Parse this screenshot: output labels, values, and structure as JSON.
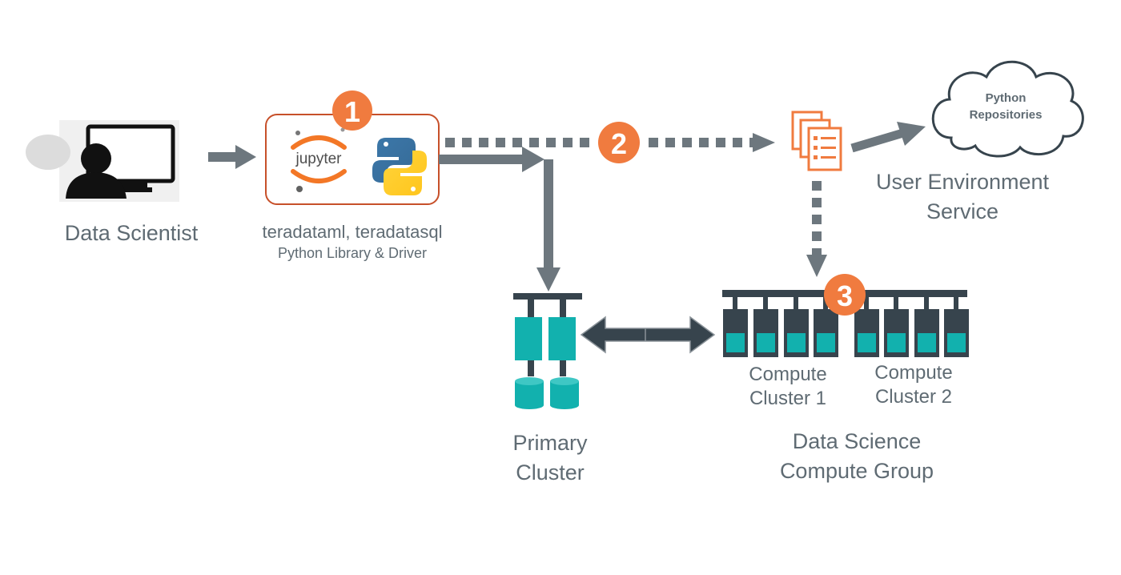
{
  "nodes": {
    "data_scientist": {
      "label": "Data Scientist"
    },
    "jupyter": {
      "logo_text": "jupyter"
    },
    "library": {
      "line1": "teradataml, teradatasql",
      "line2": "Python Library & Driver"
    },
    "repositories": {
      "line1": "Python",
      "line2": "Repositories"
    },
    "user_env": {
      "line1": "User Environment",
      "line2": "Service"
    },
    "primary_cluster": {
      "line1": "Primary",
      "line2": "Cluster"
    },
    "compute_cluster_1": {
      "line1": "Compute",
      "line2": "Cluster 1"
    },
    "compute_cluster_2": {
      "line1": "Compute",
      "line2": "Cluster 2"
    },
    "compute_group": {
      "line1": "Data Science",
      "line2": "Compute Group"
    }
  },
  "badges": [
    "1",
    "2",
    "3"
  ],
  "edges": [
    {
      "from": "data_scientist",
      "to": "jupyter",
      "style": "solid"
    },
    {
      "from": "jupyter",
      "to": "primary_cluster",
      "style": "solid"
    },
    {
      "from": "jupyter",
      "to": "user_env",
      "style": "dotted"
    },
    {
      "from": "user_env",
      "to": "repositories",
      "style": "solid"
    },
    {
      "from": "user_env",
      "to": "compute_group",
      "style": "dotted"
    },
    {
      "from": "primary_cluster",
      "to": "compute_group",
      "style": "bidirectional"
    }
  ],
  "icons": {
    "person": "person-at-monitor-icon",
    "jupyter": "jupyter-logo-icon",
    "python": "python-logo-icon",
    "env": "document-stack-icon",
    "cloud": "cloud-icon",
    "servers": "server-rack-icon",
    "database": "database-cylinder-icon"
  },
  "colors": {
    "arrow": "#6d777e",
    "badge": "#f07b3f",
    "teal": "#12b1ae",
    "server": "#37444d",
    "label": "#5f6b73",
    "box_border": "#c7502a"
  }
}
